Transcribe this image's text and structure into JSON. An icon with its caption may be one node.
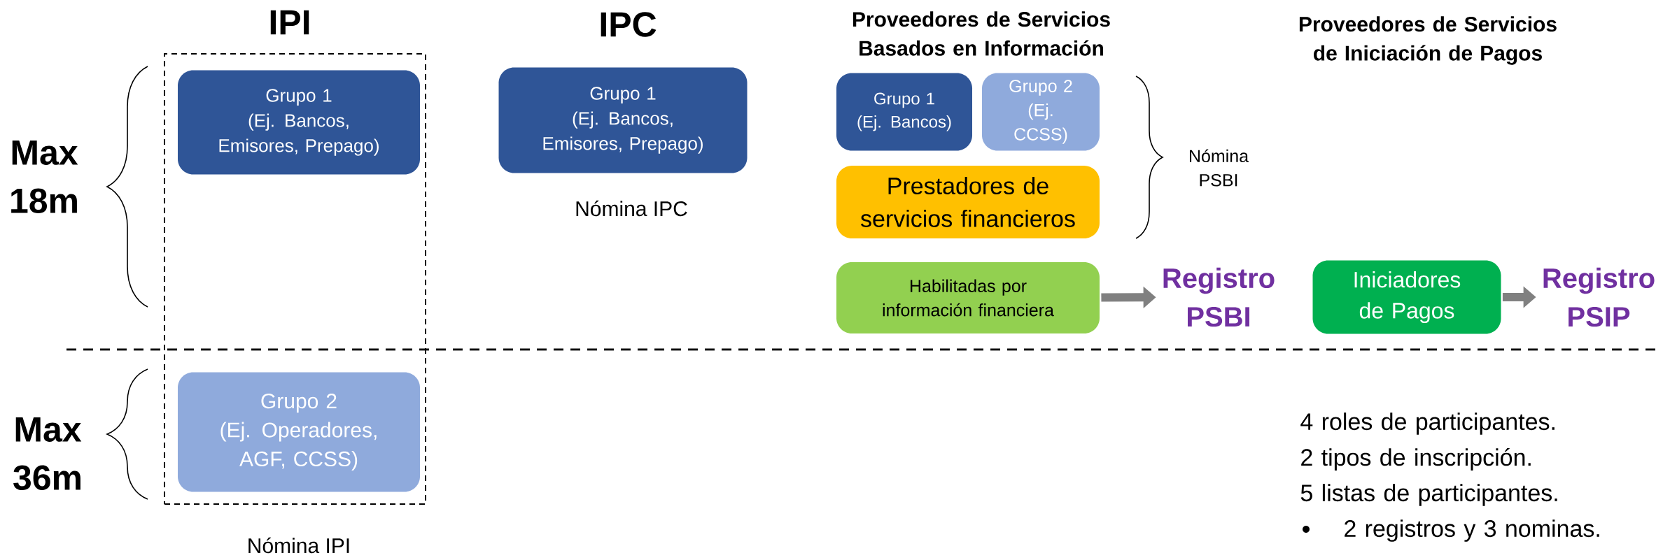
{
  "diagram": {
    "nodes": [
      {
        "text": [
          "IPI"
        ],
        "beside": [
          "Nómina IPI"
        ]
      },
      {
        "text": [
          "Grupo 1",
          "(Ej. Bancos, Emisores, Prepago)"
        ],
        "in": 0
      },
      {
        "text": [
          "Grupo 2",
          "(Ej. Operadores, AGF, CCSS)"
        ],
        "in": 0
      },
      {
        "text": [
          "IPC",
          "Grupo 1",
          "(Ej. Bancos, Emisores, Prepago)"
        ],
        "beside": [
          "Nómina IPC"
        ]
      },
      {
        "text": [
          "Grupo 1",
          "(Ej. Bancos)"
        ]
      },
      {
        "text": [
          "Grupo 2",
          "(Ej. CCSS)"
        ]
      },
      {
        "text": [
          "Prestadores de servicios financieros"
        ]
      },
      {
        "text": [
          "Habilitadas por información financiera"
        ]
      },
      {
        "text": [
          "Registro PSBI"
        ]
      },
      {
        "text": [
          "Iniciadores de Pagos"
        ]
      },
      {
        "text": [
          "Registro PSIP"
        ]
      }
    ],
    "edges": [
      {
        "from": 7,
        "to": 8,
        "arrow": "to"
      },
      {
        "from": 9,
        "to": 10,
        "arrow": "to"
      }
    ],
    "labels": [
      "Proveedores de Servicios Basados en Información",
      "Proveedores de Servicios de Iniciación de Pagos",
      "Max 18m",
      "Max 36m",
      "Nómina PSBI",
      "4 roles de participantes.",
      "2 tipos de inscripción.",
      "5 listas de participantes.",
      "2 registros y 3 nominas."
    ]
  }
}
